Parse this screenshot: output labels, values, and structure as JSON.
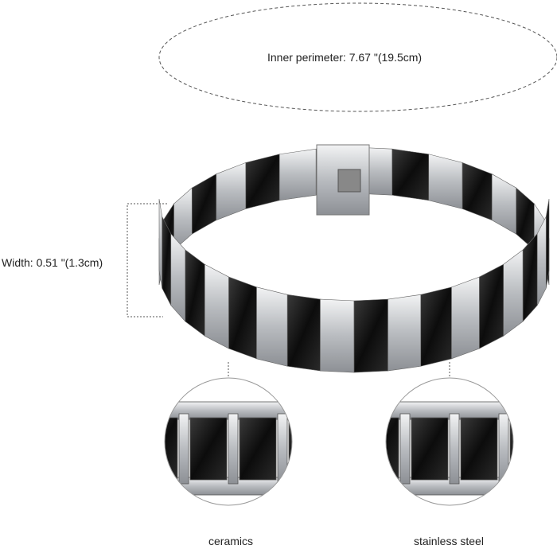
{
  "annotations": {
    "inner_perimeter": "Inner perimeter: 7.67 \"(19.5cm)",
    "width": "Width: 0.51 \"(1.3cm)"
  },
  "callouts": [
    {
      "label": "ceramics"
    },
    {
      "label": "stainless steel"
    }
  ],
  "colors": {
    "steel": "#c9cbce",
    "ceramic": "#141414",
    "dash": "#555555"
  }
}
